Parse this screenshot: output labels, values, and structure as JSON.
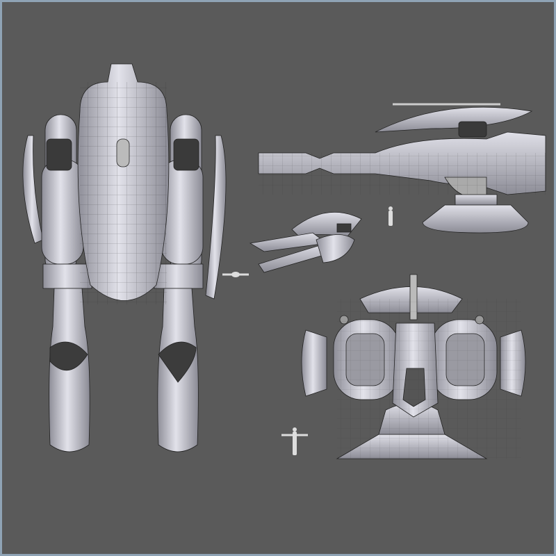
{
  "scene": {
    "background_color": "#5a5a5a",
    "frame_color": "#8fa3b5",
    "model_fill": "#c9c9d2",
    "model_shade": "#9c9ca6",
    "wire_color": "#2a2a2a",
    "views": [
      "front-view",
      "side-view",
      "perspective-view",
      "rear-view"
    ]
  }
}
